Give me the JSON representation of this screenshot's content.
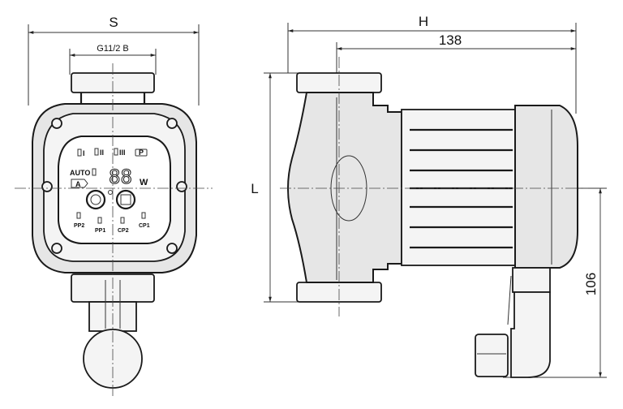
{
  "front_view": {
    "dim_width_label": "S",
    "dim_thread_label": "G11/2 B",
    "panel": {
      "speed_labels": [
        "I",
        "II",
        "III",
        "P"
      ],
      "auto_label": "AUTO",
      "mode_label": "A",
      "display_value": "88",
      "unit_label": "W",
      "mode_labels": [
        "PP2",
        "PP1",
        "CP2",
        "CP1"
      ]
    }
  },
  "side_view": {
    "dim_total_length_label": "H",
    "dim_motor_length_label": "138",
    "dim_height_label": "L",
    "dim_box_height_label": "106"
  }
}
